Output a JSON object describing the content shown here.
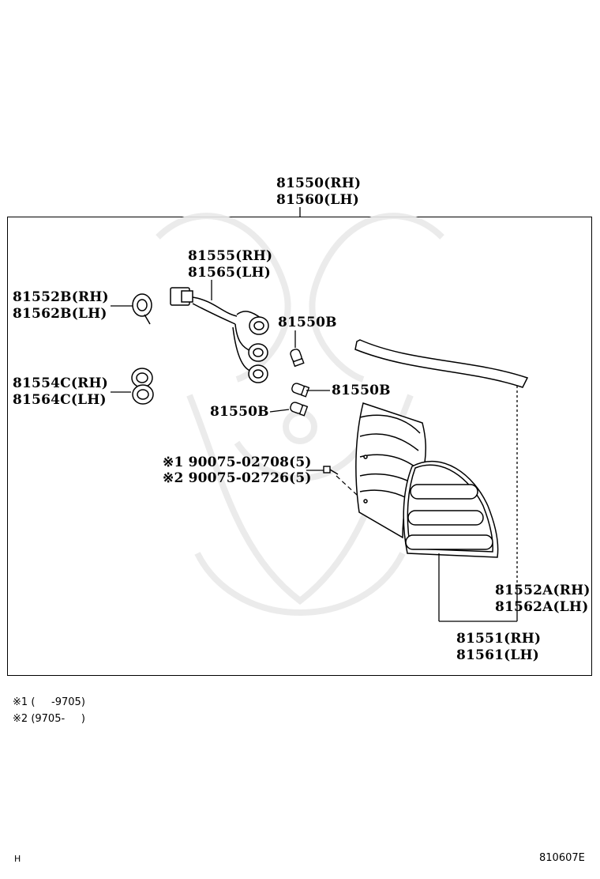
{
  "diagram": {
    "assembly": {
      "line1": "81550(RH)",
      "line2": "81560(LH)"
    },
    "socket_wire": {
      "line1": "81555(RH)",
      "line2": "81565(LH)"
    },
    "gasket_b": {
      "line1": "81552B(RH)",
      "line2": "81562B(LH)"
    },
    "gasket_c": {
      "line1": "81554C(RH)",
      "line2": "81564C(LH)"
    },
    "bulb_1": "81550B",
    "bulb_2": "81550B",
    "bulb_3": "81550B",
    "screw_1": {
      "marker": "※1",
      "part": "90075-02708(5)"
    },
    "screw_2": {
      "marker": "※2",
      "part": "90075-02726(5)"
    },
    "gasket_a": {
      "line1": "81552A(RH)",
      "line2": "81562A(LH)"
    },
    "lens_body": {
      "line1": "81551(RH)",
      "line2": "81561(LH)"
    }
  },
  "notes": [
    {
      "marker": "※1",
      "text": "(     -9705)"
    },
    {
      "marker": "※2",
      "text": "(9705-     )"
    }
  ],
  "footer": {
    "left": "H",
    "right": "810607E"
  }
}
